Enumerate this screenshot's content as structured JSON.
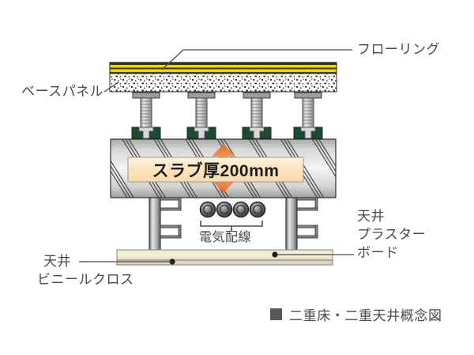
{
  "diagram": {
    "caption": "二重床・二重天井概念図",
    "caption_marker": "filled-square",
    "labels": {
      "flooring": "フローリング",
      "base_panel": "ベースパネル",
      "slab_thickness": "スラブ厚200mm",
      "electrical_wiring": "電気配線",
      "ceiling_plaster_board_line1": "天井",
      "ceiling_plaster_board_line2": "プラスター",
      "ceiling_plaster_board_line3": "ボード",
      "ceiling_vinyl_cloth_line1": "天井",
      "ceiling_vinyl_cloth_line2": "ビニールクロス"
    },
    "measurements": {
      "slab_thickness_mm": "200"
    },
    "colors": {
      "flooring_yellow": "#f2d900",
      "flooring_dark": "#3a3a2a",
      "base_panel_fill": "#ffffff",
      "base_panel_speckle": "#2b2b2b",
      "pedestal_metal": "#b9b9b9",
      "pedestal_rubber": "#1f4a32",
      "slab_gray_light": "#f0f0f0",
      "slab_gray_dark": "#9a9a9a",
      "arrow_orange": "#f07f33",
      "callout_fill": "#fbe7c4",
      "ceiling_board_cream": "#efe6c8",
      "hanger_gray": "#8a8a8a",
      "text_gray": "#4a4a4a",
      "caption_square": "#585858"
    },
    "parts": {
      "pedestal_count": 4,
      "wiring_conduit_count": 4,
      "ceiling_hanger_count": 2
    }
  }
}
